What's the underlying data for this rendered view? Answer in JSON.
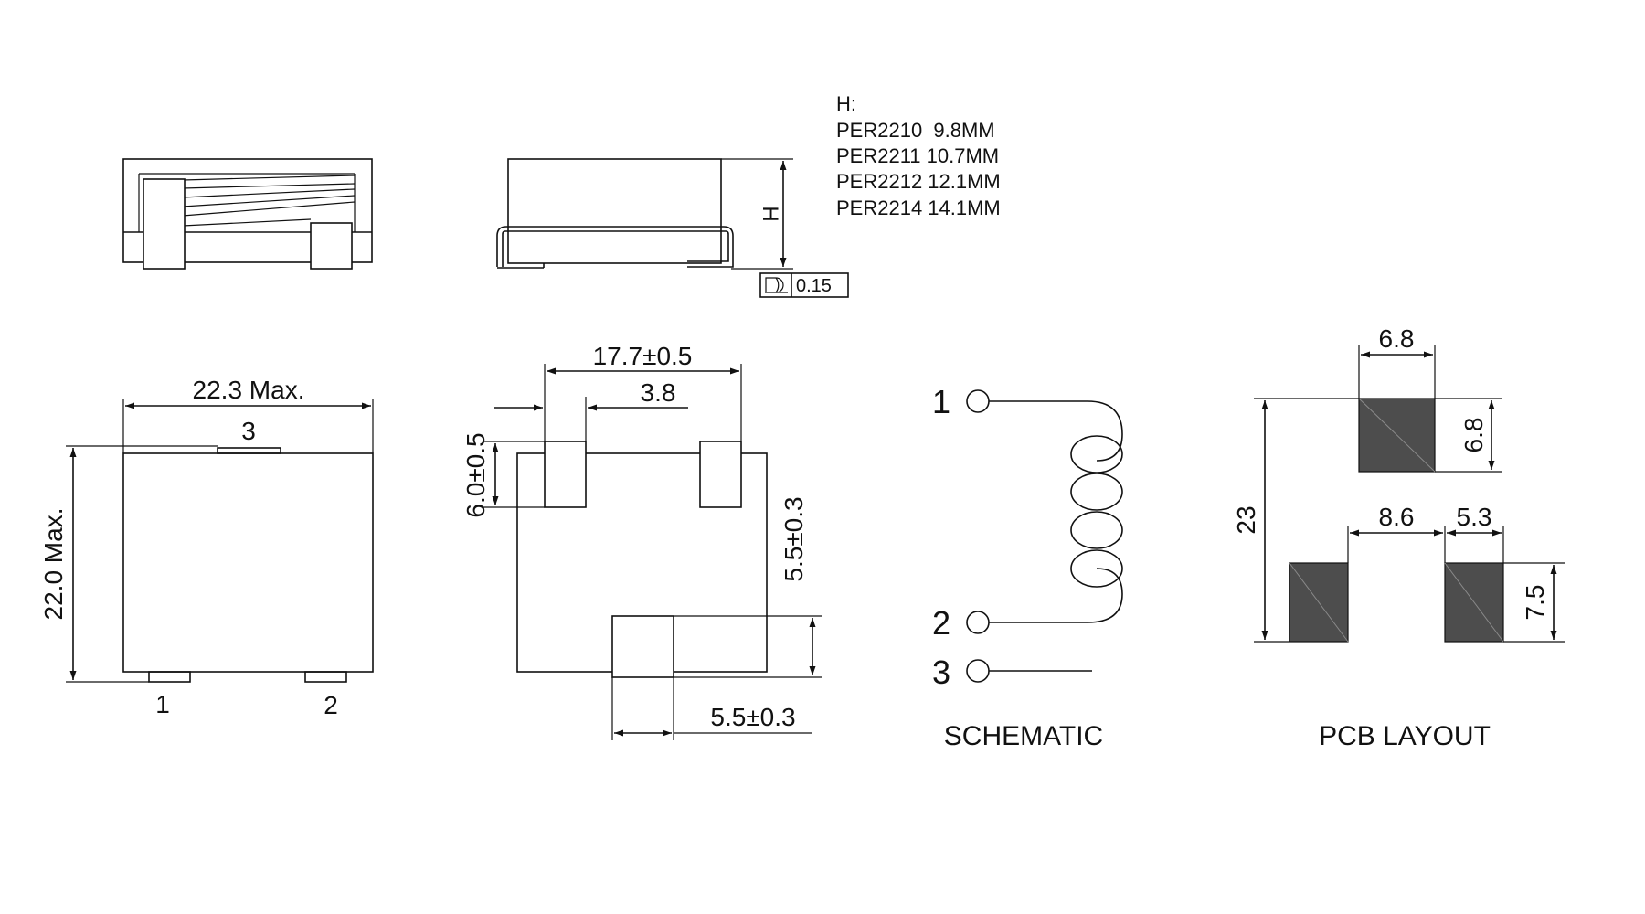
{
  "height_table": {
    "header": "H:",
    "rows": [
      "PER2210  9.8MM",
      "PER2211 10.7MM",
      "PER2212 12.1MM",
      "PER2214 14.1MM"
    ]
  },
  "side_view": {
    "height_label": "H",
    "coplanarity": "0.15"
  },
  "front_view": {
    "width": "22.3 Max.",
    "height": "22.0 Max.",
    "pin_top": "3",
    "pin_left": "1",
    "pin_right": "2"
  },
  "bottom_view": {
    "span": "17.7±0.5",
    "pad_gap": "3.8",
    "pad_height": "6.0±0.5",
    "right_dim": "5.5±0.3",
    "bottom_dim": "5.5±0.3"
  },
  "schematic": {
    "title": "SCHEMATIC",
    "pin1": "1",
    "pin2": "2",
    "pin3": "3"
  },
  "pcb_layout": {
    "title": "PCB LAYOUT",
    "top_pad_width": "6.8",
    "top_pad_height": "6.8",
    "total_height": "23",
    "gap": "8.6",
    "right_pad_width": "5.3",
    "bottom_pad_height": "7.5"
  },
  "colors": {
    "line": "#111111",
    "pad_fill": "#4d4d4d"
  }
}
